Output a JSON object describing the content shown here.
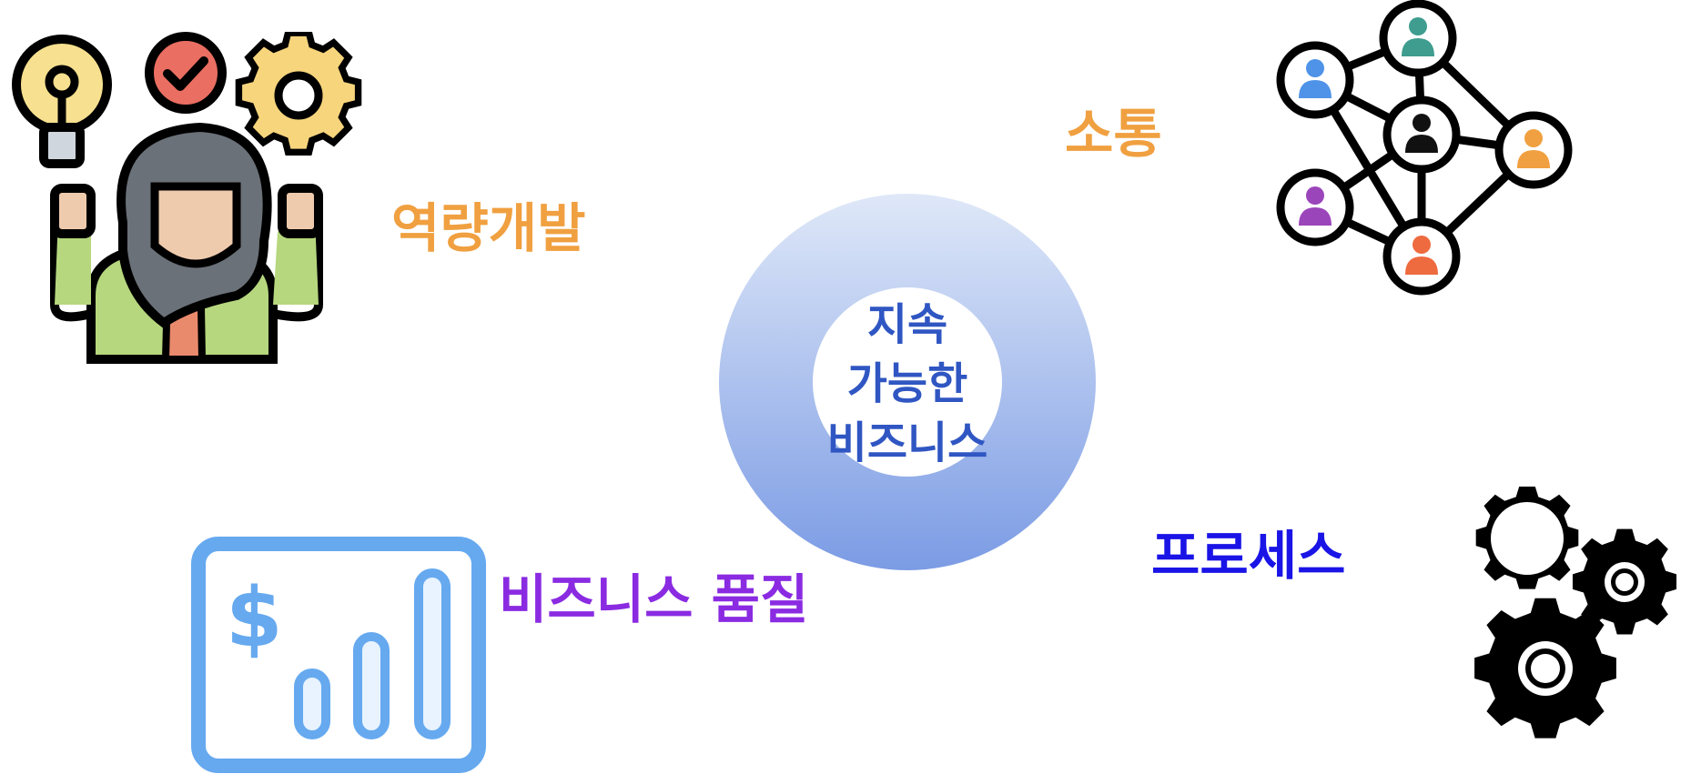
{
  "center": {
    "lines": [
      "지속",
      "가능한",
      "비즈니스"
    ],
    "text_color": "#2f56c2",
    "ring_colors": [
      "#dfe8f8",
      "#7b9be4"
    ]
  },
  "labels": {
    "capability": {
      "text": "역량개발",
      "color": "#f0a040"
    },
    "communication": {
      "text": "소통",
      "color": "#f0a040"
    },
    "quality": {
      "text": "비즈니스 품질",
      "color": "#8a2be2"
    },
    "process": {
      "text": "프로세스",
      "color": "#1a14e6"
    }
  },
  "icons": {
    "capability": "woman-ideas-icon",
    "communication": "network-people-icon",
    "quality": "revenue-chart-icon",
    "process": "gears-icon"
  }
}
